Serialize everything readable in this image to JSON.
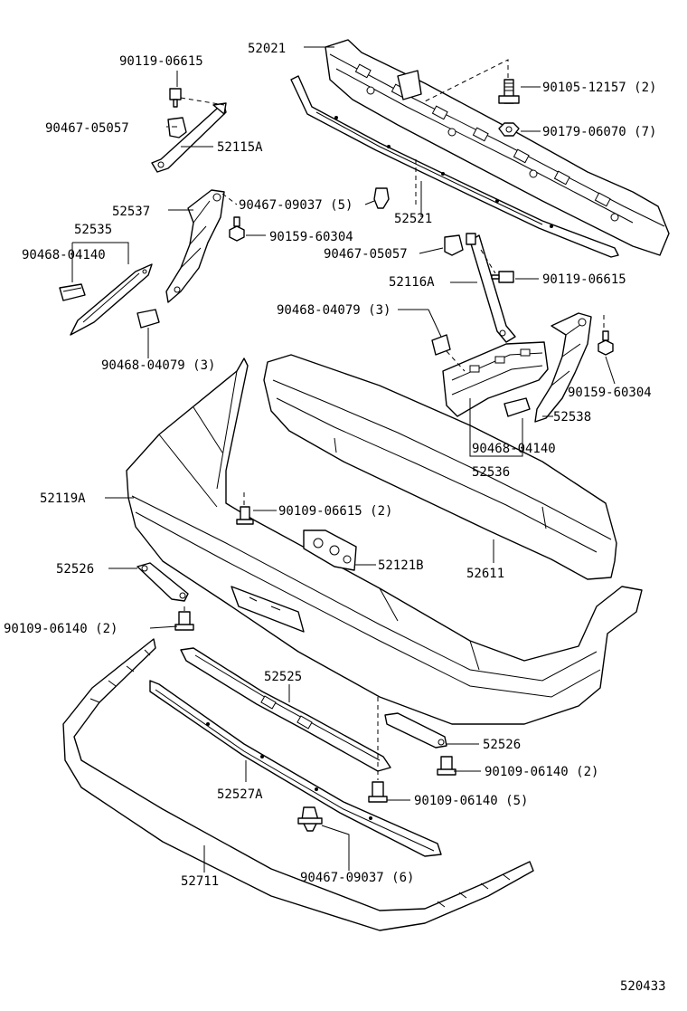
{
  "diagram_id": "520433",
  "callouts": {
    "c52021": "52021",
    "c90119_top": "90119-06615",
    "c90105": "90105-12157 (2)",
    "c90467_05057_top": "90467-05057",
    "c90179": "90179-06070 (7)",
    "c52115A": "52115A",
    "c90467_09037_top": "90467-09037 (5)",
    "c52537": "52537",
    "c52521": "52521",
    "c52535": "52535",
    "c90159_left": "90159-60304",
    "c90468_04140_left": "90468-04140",
    "c90467_05057_mid": "90467-05057",
    "c52116A": "52116A",
    "c90119_mid": "90119-06615",
    "c90468_04079_right": "90468-04079 (3)",
    "c90468_04079_left": "90468-04079 (3)",
    "c90159_right": "90159-60304",
    "c52538": "52538",
    "c90468_04140_right": "90468-04140",
    "c52536": "52536",
    "c52119A": "52119A",
    "c90109_06615": "90109-06615 (2)",
    "c52526_left": "52526",
    "c52121B": "52121B",
    "c52611": "52611",
    "c90109_06140_left": "90109-06140 (2)",
    "c52525": "52525",
    "c52526_right": "52526",
    "c90109_06140_right": "90109-06140 (2)",
    "c90109_06140_five": "90109-06140 (5)",
    "c52527A": "52527A",
    "c52711": "52711",
    "c90467_09037_bottom": "90467-09037 (6)"
  }
}
